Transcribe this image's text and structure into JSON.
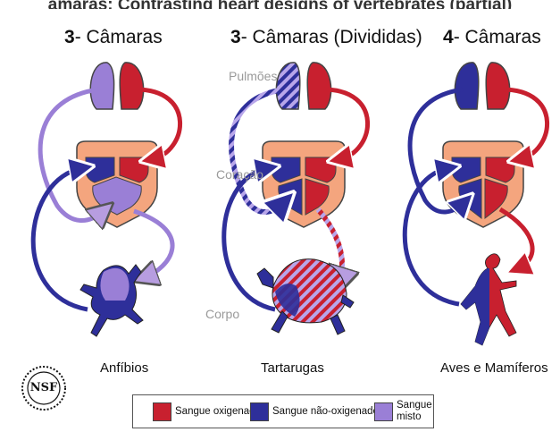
{
  "caption_partial": "ãmaras: Contrasting heart designs of vertebrates (partial)",
  "panels": [
    {
      "number": "3",
      "title": "- Câmaras",
      "animal": "Anfíbios"
    },
    {
      "number": "3",
      "title": "- Câmaras (Divididas)",
      "animal": "Tartarugas"
    },
    {
      "number": "4",
      "title": "- Câmaras",
      "animal": "Aves e Mamíferos"
    }
  ],
  "labels": {
    "lungs": "Pulmões",
    "heart": "Coração",
    "body": "Corpo"
  },
  "legend": [
    {
      "label": "Sangue oxigenado",
      "color": "#c8202f"
    },
    {
      "label": "Sangue não-oxigenado",
      "color": "#2e2f9a"
    },
    {
      "label": "Sangue misto",
      "color": "#9a7fd6"
    }
  ],
  "logo": {
    "text": "NSF"
  },
  "colors": {
    "oxygenated": "#c8202f",
    "deoxygenated": "#2e2f9a",
    "mixed": "#9a7fd6",
    "heart_outer": "#f4a57e"
  }
}
